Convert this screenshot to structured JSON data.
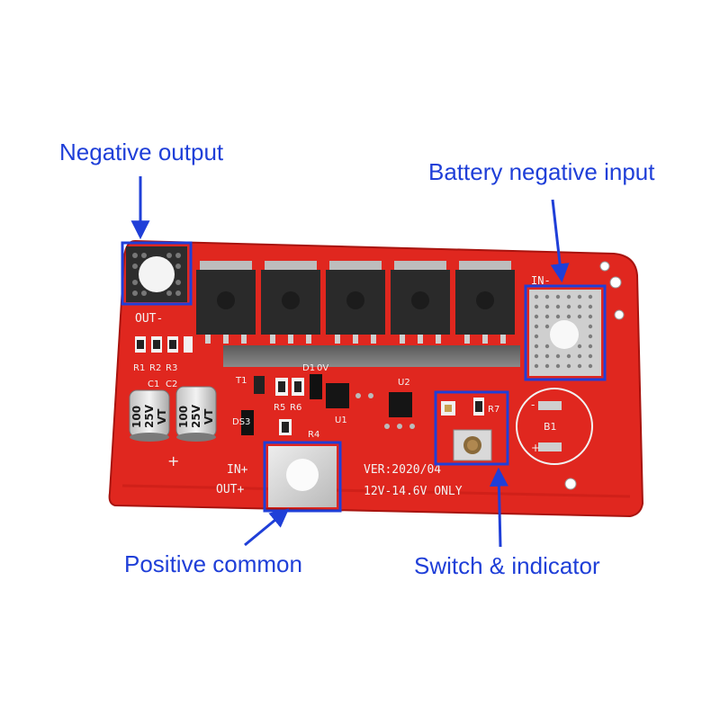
{
  "callouts": {
    "negative_output": "Negative output",
    "battery_negative_input": "Battery negative input",
    "positive_common": "Positive common",
    "switch_indicator": "Switch & indicator"
  },
  "silkscreen": {
    "out_minus": "OUT-",
    "in_minus": "IN-",
    "in_plus": "IN+",
    "out_plus": "OUT+",
    "version": "VER:2020/04",
    "voltage": "12V-14.6V ONLY",
    "plus_sign": "+",
    "r1": "R1",
    "r2": "R2",
    "r3": "R3",
    "c1": "C1",
    "c2": "C2",
    "t1": "T1",
    "r5": "R5",
    "r6": "R6",
    "d1": "D1",
    "ov": "0V",
    "ds": "DS3",
    "r4": "R4",
    "u1": "U1",
    "u2": "U2",
    "r7": "R7",
    "b1": "B1",
    "bat_plus": "+",
    "bat_minus": "-"
  },
  "capacitors": [
    {
      "value": "100",
      "rating": "25V",
      "series": "VT"
    },
    {
      "value": "100",
      "rating": "25V",
      "series": "VT"
    }
  ],
  "colors": {
    "pcb": "#e0271f",
    "pcb_dark": "#c41c16",
    "annotation": "#1f3fd8",
    "mosfet": "#2a2a2a",
    "pad": "#d9d9d9"
  }
}
